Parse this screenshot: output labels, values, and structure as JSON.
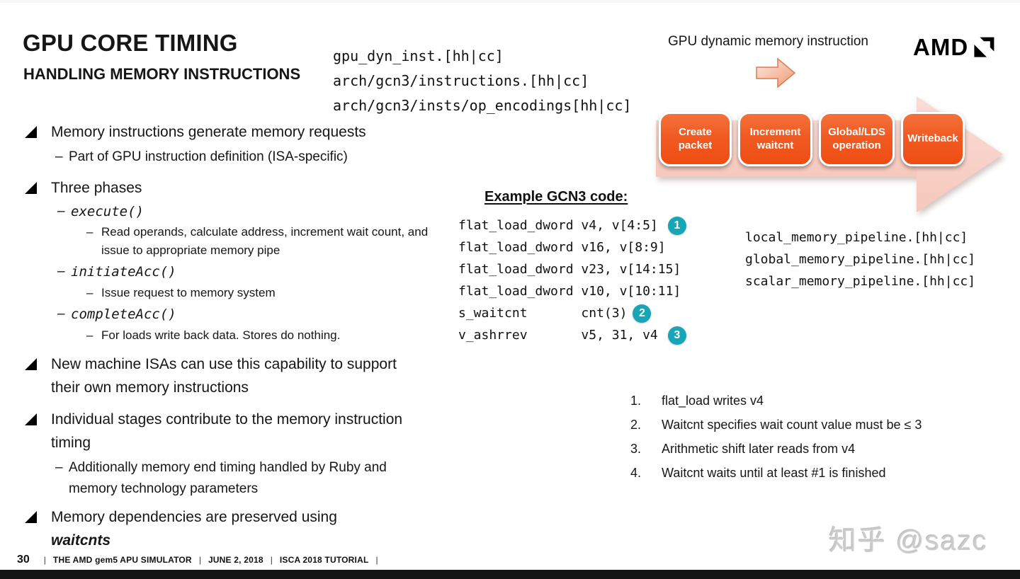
{
  "slide": {
    "title": "GPU CORE TIMING",
    "subtitle": "HANDLING MEMORY INSTRUCTIONS",
    "page_number": "30",
    "footer_separator": "|",
    "footer_items": [
      "THE AMD gem5 APU SIMULATOR",
      "JUNE 2, 2018",
      "ISCA 2018 TUTORIAL"
    ],
    "watermark": "知乎 @sazc",
    "brand": "AMD"
  },
  "header_files": [
    "gpu_dyn_inst.[hh|cc]",
    "arch/gcn3/instructions.[hh|cc]",
    "arch/gcn3/insts/op_encodings[hh|cc]"
  ],
  "flow": {
    "label": "GPU dynamic memory instruction",
    "stages": [
      "Create packet",
      "Increment waitcnt",
      "Global/LDS operation",
      "Writeback"
    ]
  },
  "bullets": [
    {
      "text": "Memory instructions generate memory requests"
    },
    {
      "text": "Part of GPU instruction definition (ISA-specific)"
    },
    {
      "text": "Three phases"
    },
    {
      "text": "execute()"
    },
    {
      "text": "Read operands, calculate address, increment wait count, and issue to appropriate memory pipe"
    },
    {
      "text": "initiateAcc()"
    },
    {
      "text": "Issue request to memory system"
    },
    {
      "text": "completeAcc()"
    },
    {
      "text": "For loads write back data. Stores do nothing."
    },
    {
      "text": "New machine ISAs can use this capability to support their own memory instructions"
    },
    {
      "text": "Individual stages contribute to the memory instruction timing"
    },
    {
      "text": "Additionally memory end timing handled by Ruby and memory technology parameters"
    },
    {
      "text": "Memory dependencies are preserved using",
      "emphasis": "waitcnts"
    }
  ],
  "code_example": {
    "heading": "Example GCN3 code:",
    "lines": [
      "flat_load_dword v4, v[4:5]",
      "flat_load_dword v16, v[8:9]",
      "flat_load_dword v23, v[14:15]",
      "flat_load_dword v10, v[10:11]",
      "s_waitcnt       cnt(3)",
      "v_ashrrev       v5, 31, v4"
    ],
    "markers": [
      "1",
      "2",
      "3"
    ]
  },
  "pipeline_files": [
    "local_memory_pipeline.[hh|cc]",
    "global_memory_pipeline.[hh|cc]",
    "scalar_memory_pipeline.[hh|cc]"
  ],
  "annotations": [
    {
      "num": "1.",
      "text": "flat_load writes v4"
    },
    {
      "num": "2.",
      "text": "Waitcnt specifies wait count value must be ≤ 3"
    },
    {
      "num": "3.",
      "text": "Arithmetic shift later reads from v4"
    },
    {
      "num": "4.",
      "text": "Waitcnt waits until at least #1 is finished"
    }
  ],
  "colors": {
    "stage_orange": "#f15a22",
    "arrow_pink": "#f8d3ca",
    "marker_teal": "#18a5b5"
  }
}
